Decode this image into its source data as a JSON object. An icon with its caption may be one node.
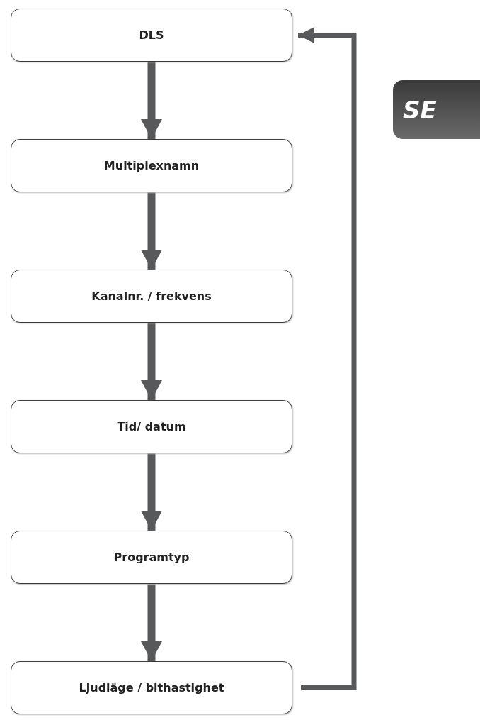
{
  "diagram": {
    "nodes": [
      {
        "text": [
          "DLS"
        ]
      },
      {
        "text": [
          "Multiplexnamn"
        ]
      },
      {
        "text": [
          "Kanalnr. / frekvens"
        ]
      },
      {
        "text": [
          "Tid/ datum"
        ]
      },
      {
        "text": [
          "Programtyp"
        ]
      },
      {
        "text": [
          "Ljudläge / bithastighet"
        ]
      }
    ],
    "edges": [
      {
        "from": 0,
        "to": 1,
        "arrow": "to"
      },
      {
        "from": 1,
        "to": 2,
        "arrow": "to"
      },
      {
        "from": 2,
        "to": 3,
        "arrow": "to"
      },
      {
        "from": 3,
        "to": 4,
        "arrow": "to"
      },
      {
        "from": 4,
        "to": 5,
        "arrow": "to"
      },
      {
        "from": 5,
        "to": 0,
        "arrow": "to"
      }
    ],
    "labels": [
      "SE"
    ]
  }
}
